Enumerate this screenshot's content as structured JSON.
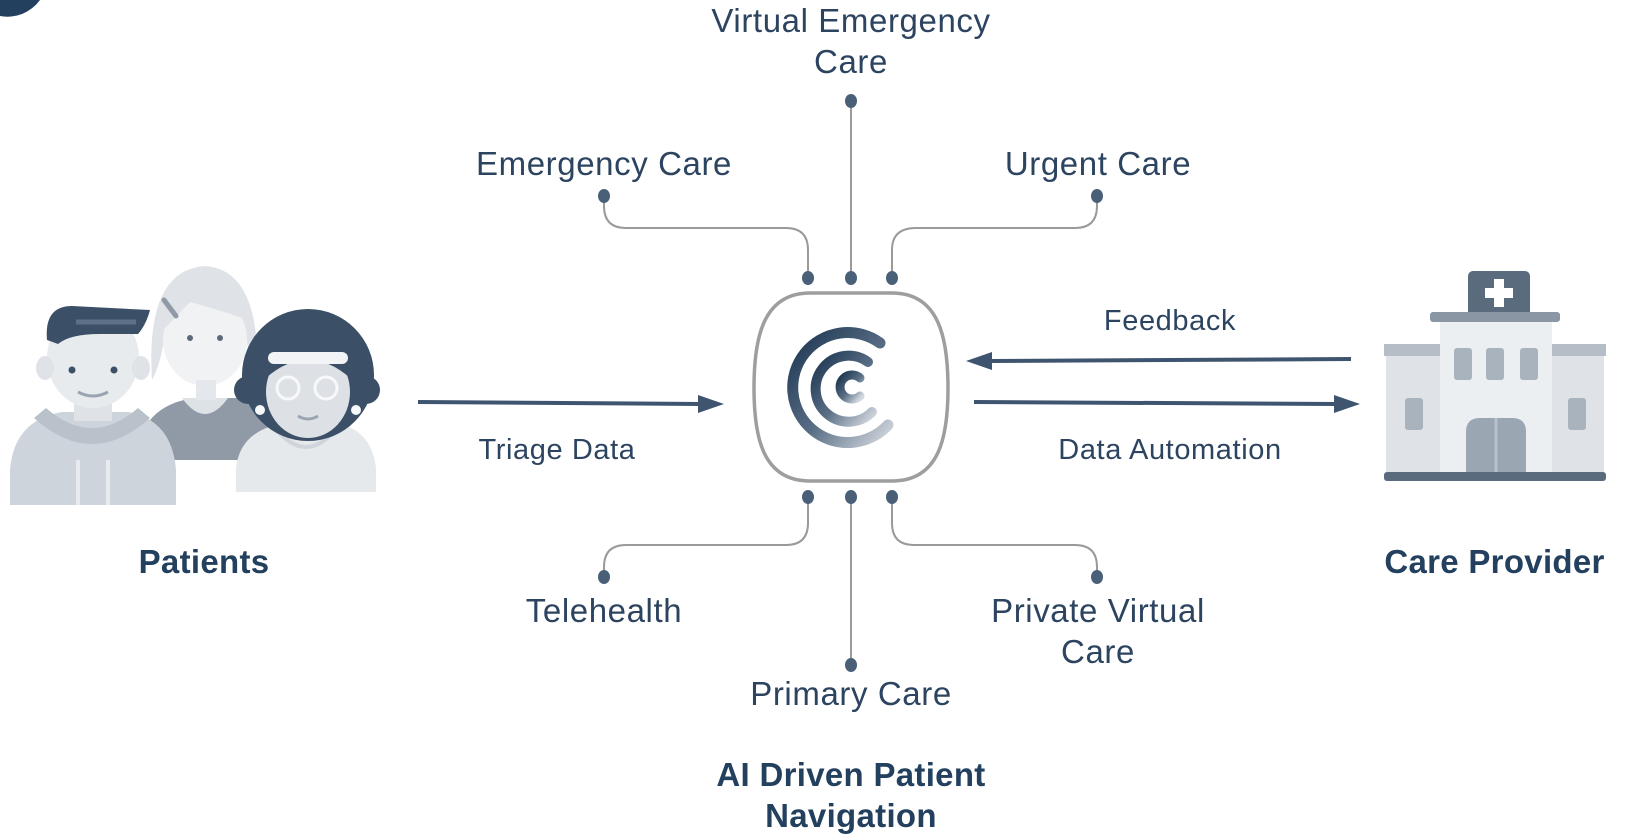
{
  "colors": {
    "text": "#2d4460",
    "heading": "#23405e",
    "connector": "#9a9a9a",
    "arrow": "#3f556f",
    "dot": "#4a6078",
    "hub_border": "#9e9e9e"
  },
  "hub": {
    "title": "AI Driven Patient Navigation",
    "logo_icon": "concentric-c-logo-icon"
  },
  "left_node": {
    "title": "Patients",
    "icon": "patients-group-icon"
  },
  "right_node": {
    "title": "Care Provider",
    "icon": "hospital-building-icon"
  },
  "flows": {
    "triage": "Triage Data",
    "feedback": "Feedback",
    "automation": "Data Automation"
  },
  "services": {
    "top_center": "Virtual Emergency Care",
    "top_left": "Emergency Care",
    "top_right": "Urgent Care",
    "bottom_left": "Telehealth",
    "bottom_center": "Primary Care",
    "bottom_right": "Private Virtual Care"
  }
}
